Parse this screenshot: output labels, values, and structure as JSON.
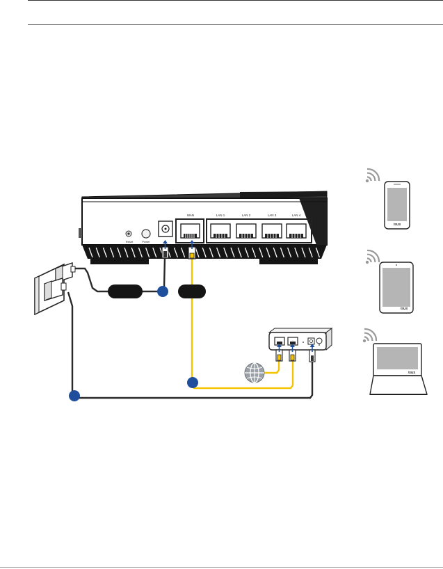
{
  "router": {
    "button_labels": {
      "reset": "Reset",
      "power": "Power"
    },
    "port_labels": {
      "wan": "WAN",
      "lan1": "LAN 1",
      "lan2": "LAN 2",
      "lan3": "LAN 3",
      "lan4": "LAN 4"
    }
  },
  "devices": {
    "phone_brand": "/SUS",
    "tablet_brand": "/SUS",
    "laptop_brand": "/SUS"
  },
  "colors": {
    "power_cable": "#333333",
    "ethernet_cable": "#f5c400",
    "step_marker": "#1f4e9c",
    "router_body": "#1a1a1a"
  }
}
